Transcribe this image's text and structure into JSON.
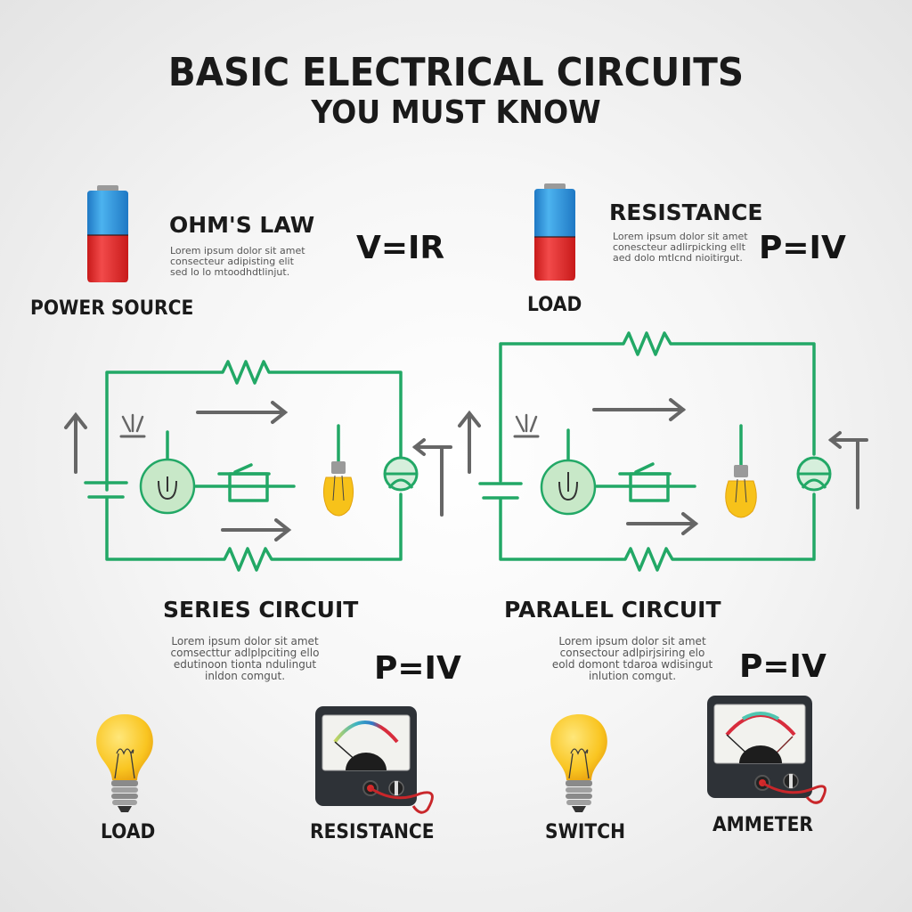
{
  "title": {
    "line1": "BASIC ELECTRICAL CIRCUITS",
    "line2": "YOU MUST KNOW"
  },
  "top_left": {
    "icon": "battery-icon",
    "icon_label": "POWER SOURCE",
    "heading": "OHM'S LAW",
    "body": "Lorem ipsum dolor sit amet\nconsecteur adipisting elit\nsed lo lo mtoodhdtlinjut.",
    "equation": "V=IR"
  },
  "top_right": {
    "icon": "battery-icon",
    "icon_label": "LOAD",
    "heading": "RESISTANCE",
    "body": "Lorem ipsum dolor sit amet\nconescteur adlirpicking ellt\naed dolo mtlcnd nioitirgut.",
    "equation": "P=IV"
  },
  "series": {
    "heading": "SERIES CIRCUIT",
    "body": "Lorem ipsum dolor sit amet\ncomsecttur adlplpciting ello\nedutinoon tionta ndulingut\ninldon comgut.",
    "equation": "P=IV"
  },
  "parallel": {
    "heading": "PARALEL CIRCUIT",
    "body": "Lorem ipsum dolor sit amet\nconsectour adlpirjsiring elo\neold domont tdaroa wdisingut\ninlution comgut.",
    "equation": "P=IV"
  },
  "bottom_icons": [
    {
      "icon": "light-bulb-icon",
      "label": "LOAD"
    },
    {
      "icon": "meter-icon",
      "label": "RESISTANCE"
    },
    {
      "icon": "light-bulb-icon",
      "label": "SWITCH"
    },
    {
      "icon": "meter-icon",
      "label": "AMMETER"
    }
  ],
  "colors": {
    "wire": "#22a866",
    "arrow": "#666666",
    "battery_top": "#2a8fd6",
    "battery_bottom": "#e02424",
    "bulb": "#f7c21a",
    "meter_body": "#2e3237"
  }
}
